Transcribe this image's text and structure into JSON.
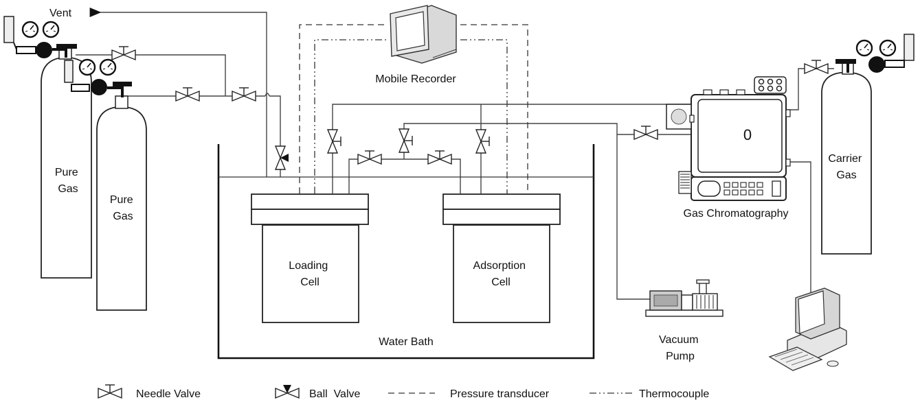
{
  "labels": {
    "vent": "Vent",
    "pure_gas_1": [
      "Pure",
      "Gas"
    ],
    "pure_gas_2": [
      "Pure",
      "Gas"
    ],
    "mobile_recorder": "Mobile Recorder",
    "loading_cell": [
      "Loading",
      "Cell"
    ],
    "adsorption_cell": [
      "Adsorption",
      "Cell"
    ],
    "water_bath": "Water Bath",
    "gas_chromatography": "Gas Chromatography",
    "carrier_gas": [
      "Carrier",
      "Gas"
    ],
    "vacuum_pump": [
      "Vacuum",
      "Pump"
    ],
    "gc_display": "0"
  },
  "legend": {
    "needle_valve": "Needle Valve",
    "ball_valve": "Ball  Valve",
    "pressure_transducer": "Pressure transducer",
    "thermocouple": "Thermocouple"
  },
  "icons": [
    "needle-valve-icon",
    "ball-valve-icon",
    "gas-cylinder-icon",
    "monitor-icon",
    "computer-icon",
    "vacuum-pump-icon",
    "gas-chromatograph-icon",
    "pressure-gauge-icon"
  ]
}
